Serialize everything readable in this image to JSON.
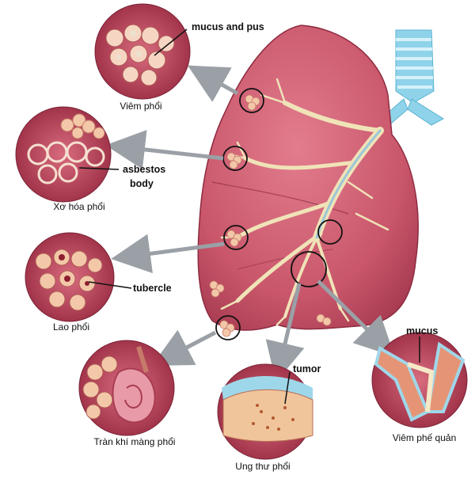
{
  "labels": {
    "pneumonia": "Viêm phổi",
    "asbestosis": "Xơ hóa phổi",
    "tuberculosis": "Lao phổi",
    "pneumothorax": "Tràn khí màng phổi",
    "lung_cancer": "Ung thư phổi",
    "bronchitis": "Viêm phế quản"
  },
  "callouts": {
    "mucus_and_pus": "mucus and pus",
    "asbestos_line1": "asbestos",
    "asbestos_line2": "body",
    "tubercle": "tubercle",
    "tumor": "tumor",
    "mucus": "mucus"
  },
  "colors": {
    "lung": "#c9566a",
    "lung_dark": "#a83c52",
    "airway": "#f0e3b8",
    "trachea": "#8fd3ea",
    "arrow": "#9aa0a6"
  }
}
